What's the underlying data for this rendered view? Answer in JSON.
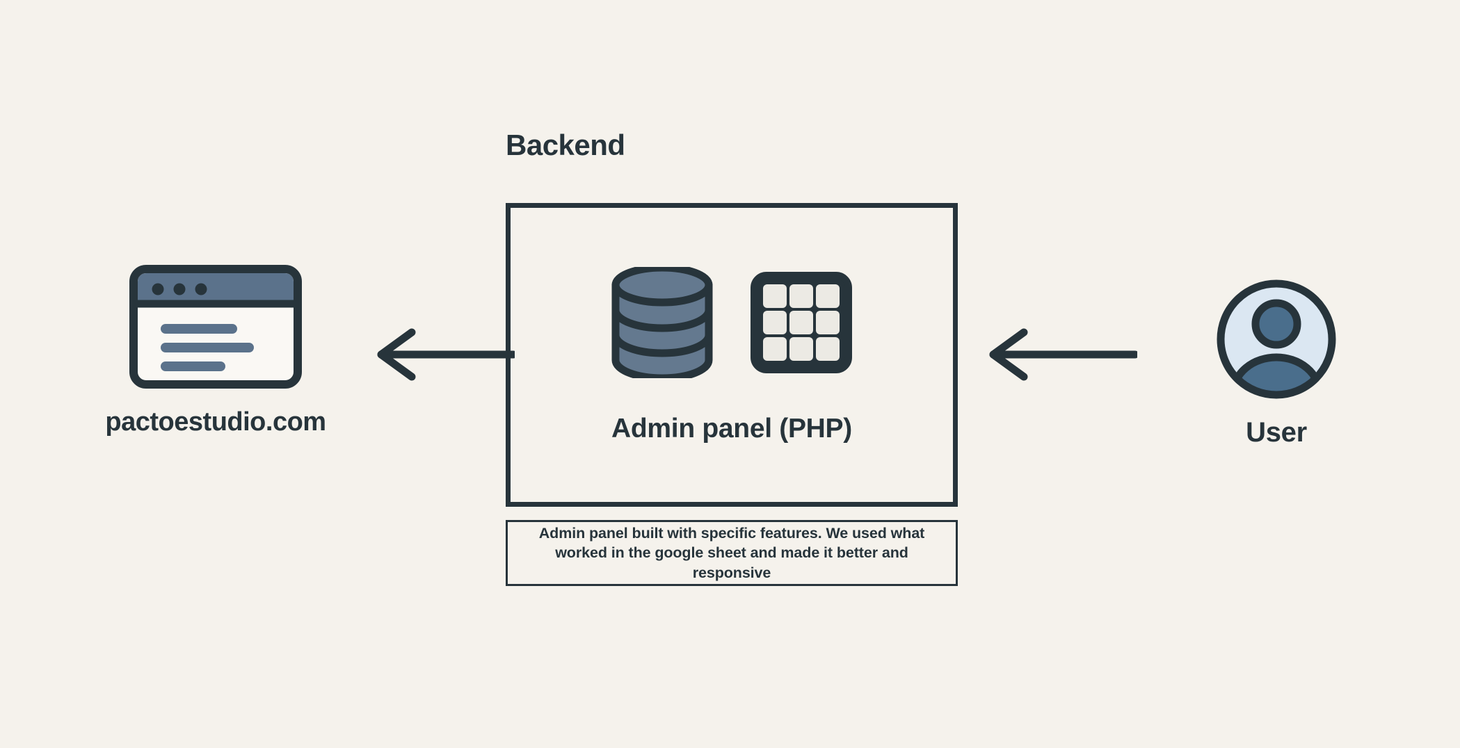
{
  "diagram": {
    "background_color": "#f5f2ec",
    "ink_color": "#27343b",
    "accent_slate": "#64798f",
    "accent_blue_light": "#dbe7f2",
    "accent_blue_mid": "#4a6e8c"
  },
  "backend": {
    "title": "Backend",
    "panel_label": "Admin panel (PHP)",
    "caption": "Admin panel built with specific features. We used what worked in the google sheet and made it better and responsive",
    "icons": [
      {
        "name": "database-icon",
        "label": "database"
      },
      {
        "name": "grid-icon",
        "label": "grid"
      }
    ]
  },
  "website": {
    "label": "pactoestudio.com",
    "icon": "browser-window-icon"
  },
  "user": {
    "label": "User",
    "icon": "user-avatar-icon"
  },
  "arrows": [
    {
      "name": "arrow-backend-to-website",
      "direction": "left"
    },
    {
      "name": "arrow-user-to-backend",
      "direction": "left"
    }
  ]
}
